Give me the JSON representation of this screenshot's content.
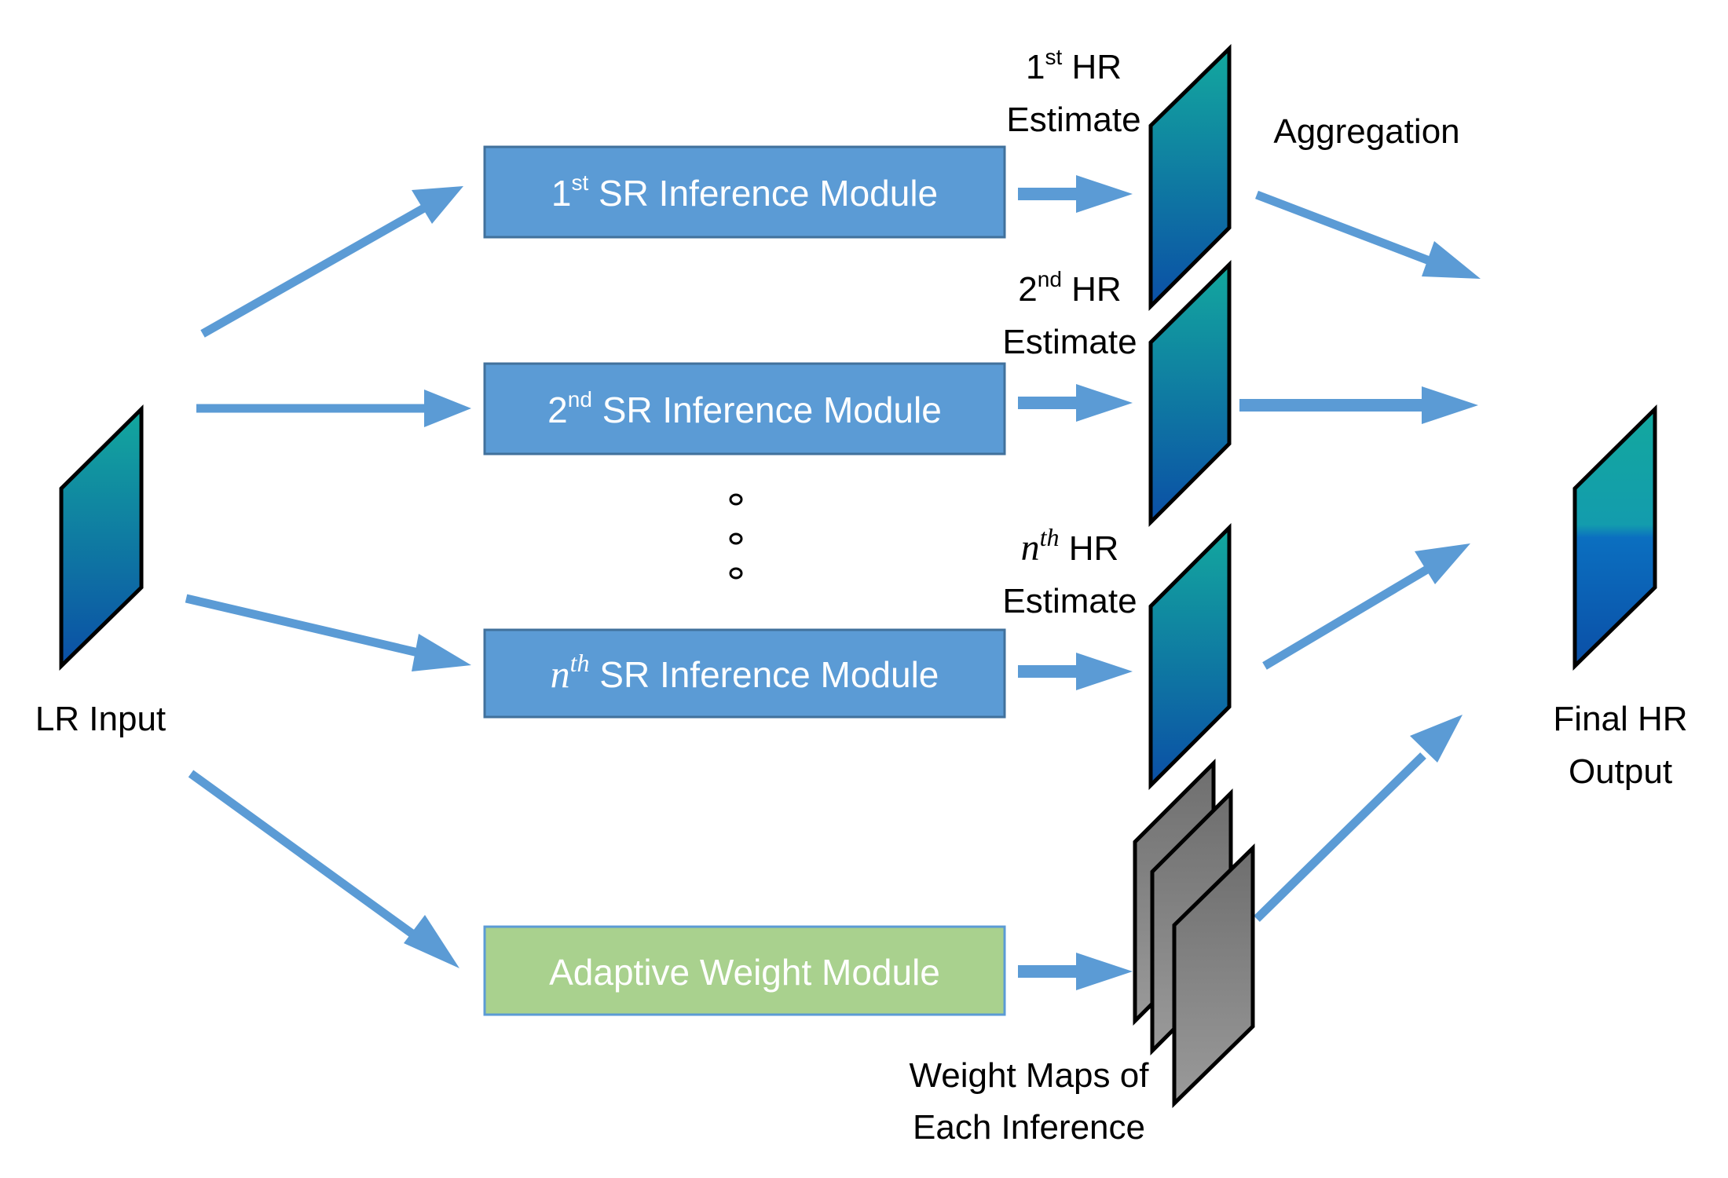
{
  "colors": {
    "arrow": "#5b9bd5",
    "sr_box_fill": "#5b9bd5",
    "sr_box_stroke": "#41719c",
    "weight_box_fill": "#a9d18e",
    "weight_box_stroke": "#5b9bd5",
    "estimate_gradient_top": "#13a89e",
    "estimate_gradient_bottom": "#0b4fa6",
    "weight_map_fill": "#7f7f7f"
  },
  "input": {
    "label": "LR Input"
  },
  "modules": [
    {
      "ordinal_base": "1",
      "ordinal_sup": "st",
      "name": "SR Inference Module"
    },
    {
      "ordinal_base": "2",
      "ordinal_sup": "nd",
      "name": "SR Inference Module"
    },
    {
      "ordinal_base": "n",
      "ordinal_sup": "th",
      "name": "SR Inference Module"
    }
  ],
  "weight_module": {
    "label": "Adaptive Weight Module"
  },
  "estimates": [
    {
      "ordinal_base": "1",
      "ordinal_sup": "st",
      "line1_rest": "HR",
      "line2": "Estimate"
    },
    {
      "ordinal_base": "2",
      "ordinal_sup": "nd",
      "line1_rest": "HR",
      "line2": "Estimate"
    },
    {
      "ordinal_base": "n",
      "ordinal_sup": "th",
      "line1_rest": "HR",
      "line2": "Estimate"
    }
  ],
  "aggregation": {
    "label": "Aggregation"
  },
  "weight_maps": {
    "line1": "Weight Maps of",
    "line2": "Each Inference"
  },
  "output": {
    "line1": "Final HR",
    "line2": "Output"
  },
  "ellipsis_icon": "vertical-dots-icon"
}
